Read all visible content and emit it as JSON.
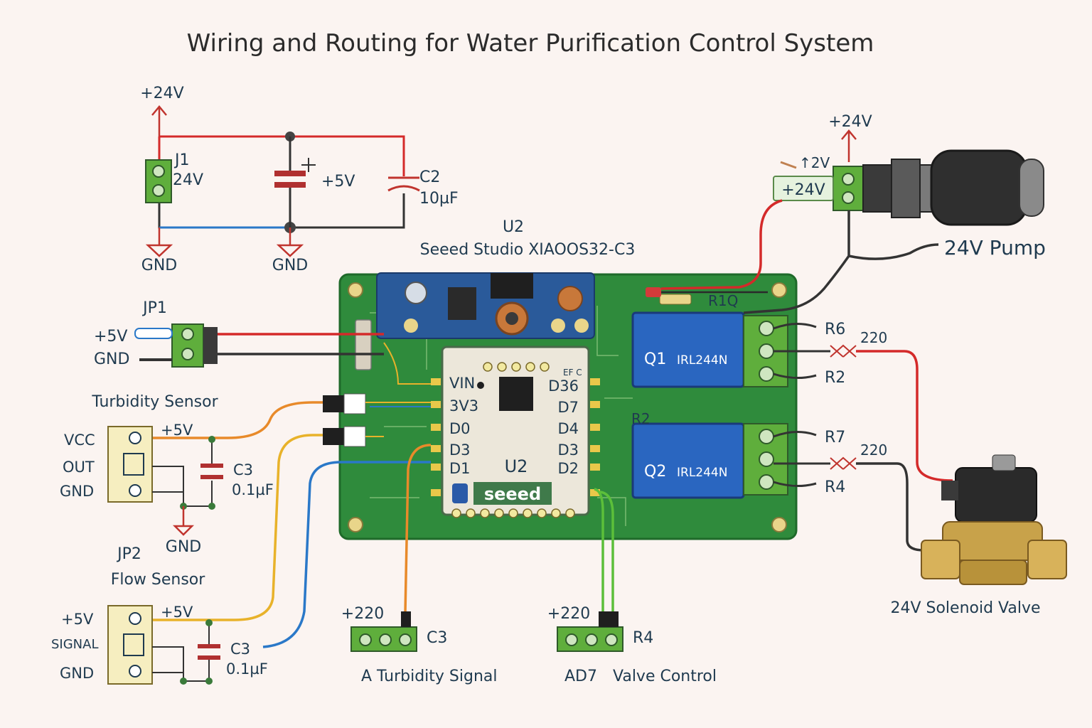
{
  "title": "Wiring and Routing for Water Purification Control System",
  "power": {
    "top_rail_label": "+24V",
    "j1_ref": "J1",
    "j1_value": "24V",
    "c1_label": "+5V",
    "c2_ref": "C2",
    "c2_value": "10µF",
    "gnd_left": "GND",
    "gnd_mid": "GND"
  },
  "mcu": {
    "ref": "U2",
    "name": "Seeed Studio XIAOOS32-C3",
    "chip_label": "U2",
    "logo": "seeed",
    "corner_code": "EF C",
    "pins_left": [
      "VIN",
      "3V3",
      "D0",
      "D3",
      "D1"
    ],
    "pins_right": [
      "D36",
      "D7",
      "D4",
      "D3",
      "D2"
    ]
  },
  "jp1": {
    "ref": "JP1",
    "pin1": "+5V",
    "pin2": "GND"
  },
  "turbidity": {
    "title": "Turbidity Sensor",
    "pins": [
      "VCC",
      "OUT",
      "GND"
    ],
    "rail": "+5V",
    "cap_ref": "C3",
    "cap_value": "0.1µF",
    "gnd": "GND"
  },
  "flow": {
    "ref": "JP2",
    "title": "Flow Sensor",
    "pins": [
      "+5V",
      "SIGNAL",
      "GND"
    ],
    "rail": "+5V",
    "cap_ref": "C3",
    "cap_value": "0.1µF"
  },
  "pump": {
    "rail": "+24V",
    "conn_top": "↑2V",
    "conn_label": "+24V",
    "name": "24V Pump",
    "r_ref": "R1Q"
  },
  "relays": [
    {
      "ref": "Q1",
      "part": "IRL244N",
      "r_top": "R6",
      "r_bottom": "R2",
      "r_value": "220"
    },
    {
      "ref": "Q2",
      "part": "IRL244N",
      "r_top": "R7",
      "r_bottom": "R4",
      "r_value": "220",
      "label_above": "R2"
    }
  ],
  "valve": {
    "name": "24V Solenoid Valve"
  },
  "term_turbidity": {
    "rail": "+220",
    "ref": "C3",
    "label": "A Turbidity Signal"
  },
  "term_valve": {
    "rail": "+220",
    "ref": "R4",
    "label_pin": "AD7",
    "label": "Valve Control"
  },
  "colors": {
    "board": "#2f8b3c",
    "wire_red": "#d42a2a",
    "wire_blue": "#2a78c8",
    "wire_orange": "#e88a2a",
    "wire_yellow": "#e8b22a",
    "wire_green": "#5cbf3a",
    "relay": "#2a66c0"
  }
}
